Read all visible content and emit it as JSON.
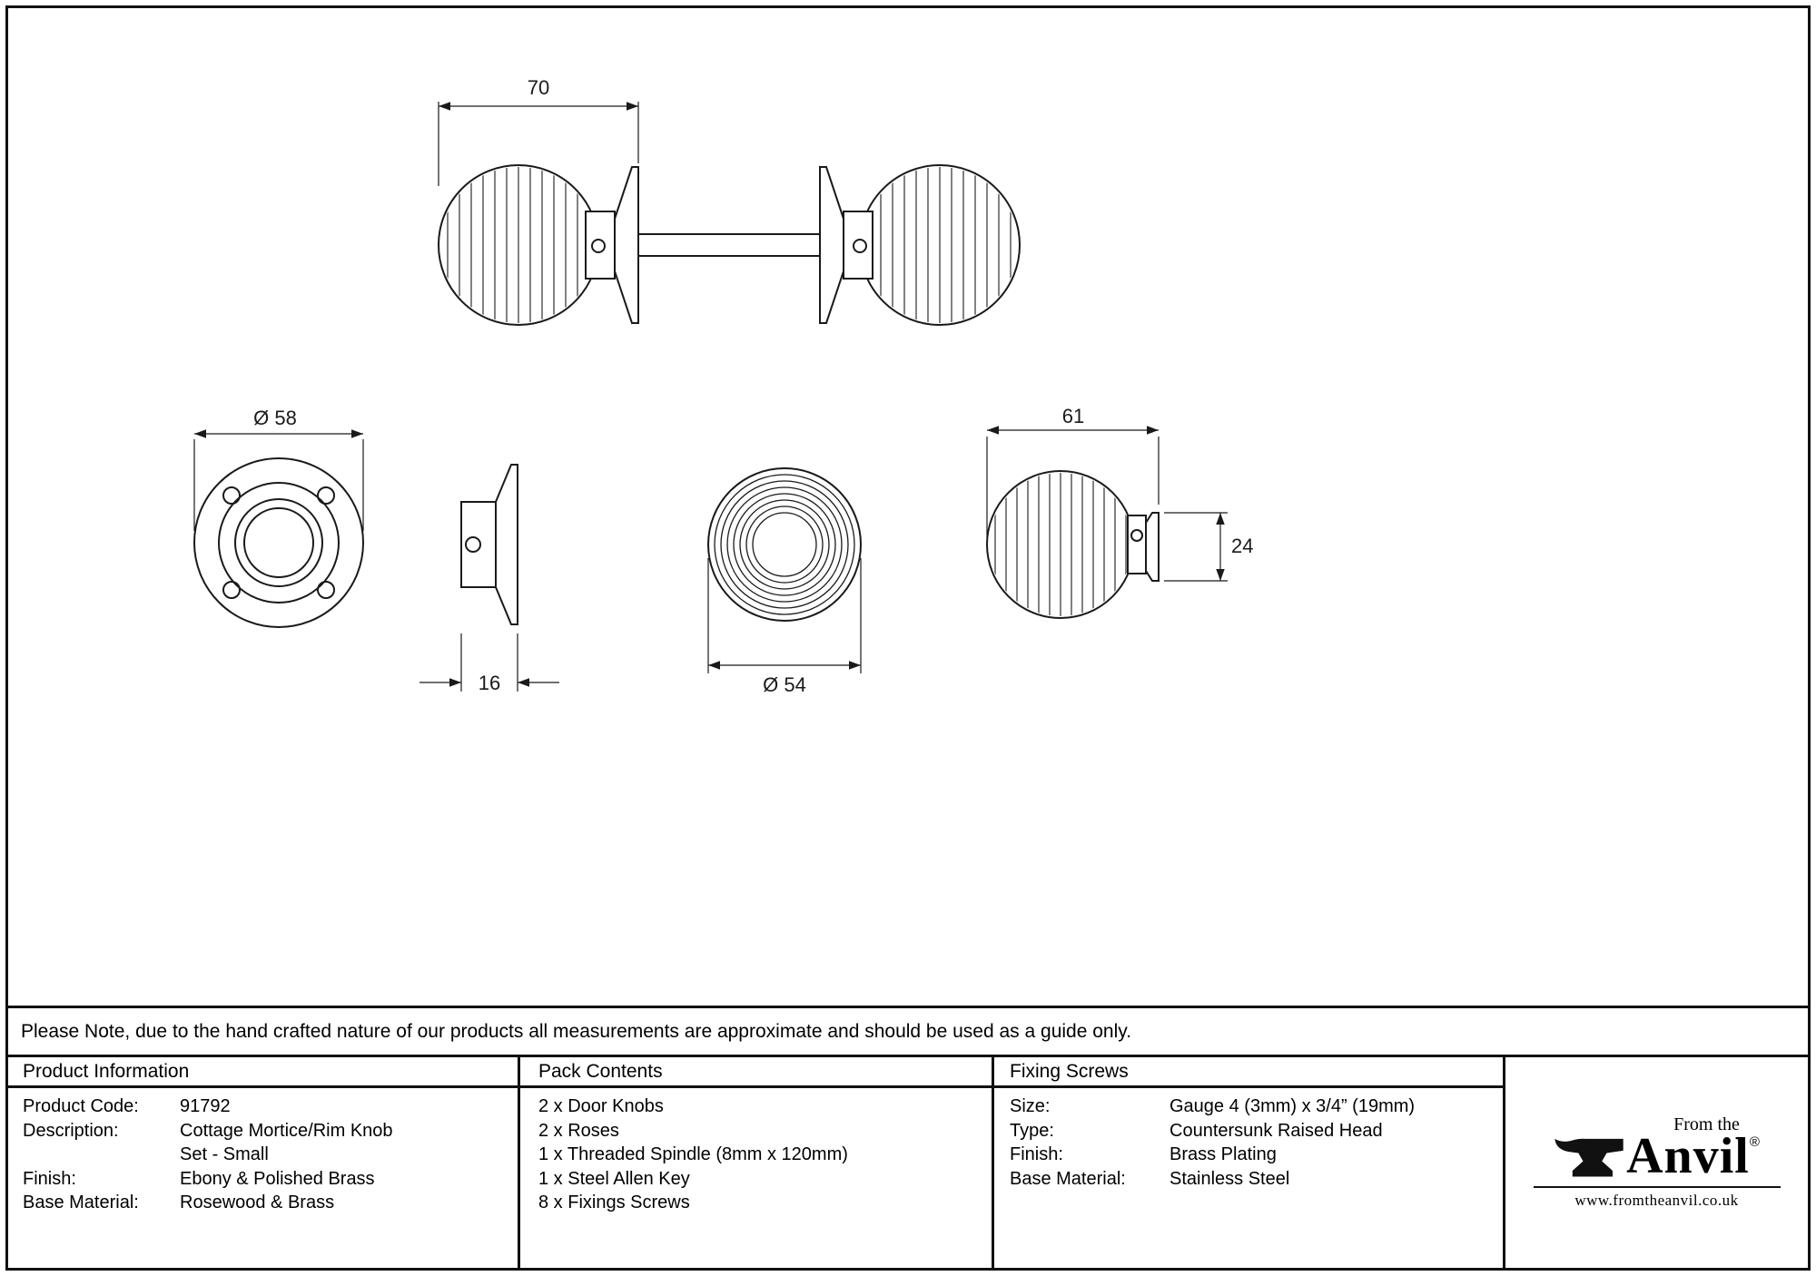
{
  "note": "Please Note, due to the hand crafted nature of our products all measurements are approximate and should be used as a guide only.",
  "drawing": {
    "dim_knob_assembly_width": "70",
    "dim_rose_diameter": "Ø 58",
    "dim_rose_depth": "16",
    "dim_knob_face_diameter": "Ø 54",
    "dim_knob_depth": "61",
    "dim_knob_collar_height": "24"
  },
  "table": {
    "product_information": {
      "header": "Product Information",
      "rows": [
        {
          "label": "Product Code:",
          "value": "91792"
        },
        {
          "label": "Description:",
          "value": "Cottage Mortice/Rim Knob"
        },
        {
          "label": "",
          "value": "Set - Small"
        },
        {
          "label": "Finish:",
          "value": "Ebony & Polished Brass"
        },
        {
          "label": "Base Material:",
          "value": "Rosewood & Brass"
        }
      ]
    },
    "pack_contents": {
      "header": "Pack Contents",
      "items": [
        "2 x Door Knobs",
        "2 x Roses",
        "1 x Threaded Spindle (8mm x 120mm)",
        "1 x Steel Allen Key",
        "8 x Fixings Screws"
      ]
    },
    "fixing_screws": {
      "header": "Fixing Screws",
      "rows": [
        {
          "label": "Size:",
          "value": "Gauge 4 (3mm) x 3/4” (19mm)"
        },
        {
          "label": "Type:",
          "value": "Countersunk Raised Head"
        },
        {
          "label": "Finish:",
          "value": "Brass Plating"
        },
        {
          "label": "Base Material:",
          "value": "Stainless Steel"
        }
      ]
    }
  },
  "logo": {
    "from_the": "From the",
    "brand": "Anvil",
    "registered": "®",
    "website": "www.fromtheanvil.co.uk"
  }
}
